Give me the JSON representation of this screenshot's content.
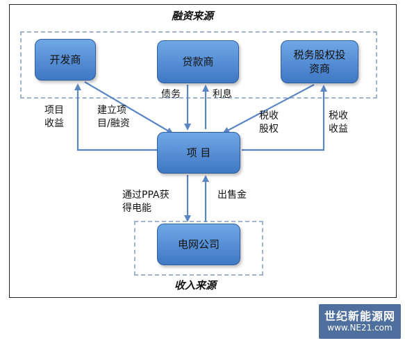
{
  "diagram": {
    "funding_title": "融资来源",
    "revenue_title": "收入来源",
    "nodes": {
      "developer": "开发商",
      "lender": "贷款商",
      "tax_investor": "税务股权投\n资商",
      "project": "项 目",
      "utility": "电网公司"
    },
    "edge_labels": {
      "project_revenue": "项目\n收益",
      "build_finance": "建立项\n目/融资",
      "debt": "债务",
      "interest": "利息",
      "tax_equity": "税收\n股权",
      "tax_revenue": "税收\n收益",
      "ppa_power": "通过PPA获\n得电能",
      "sales": "出售金"
    }
  },
  "watermark": {
    "name": "世纪新能源网",
    "url": "www.NE21.com"
  }
}
